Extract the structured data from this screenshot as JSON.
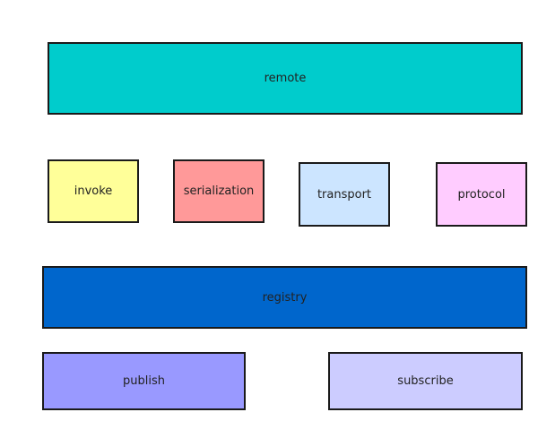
{
  "boxes": {
    "remote": {
      "label": "remote",
      "color": "#00cccc"
    },
    "invoke": {
      "label": "invoke",
      "color": "#ffff99"
    },
    "serialization": {
      "label": "serialization",
      "color": "#ff9999"
    },
    "transport": {
      "label": "transport",
      "color": "#cce5ff"
    },
    "protocol": {
      "label": "protocol",
      "color": "#ffccff"
    },
    "registry": {
      "label": "registry",
      "color": "#0066cc"
    },
    "publish": {
      "label": "publish",
      "color": "#9999ff"
    },
    "subscribe": {
      "label": "subscribe",
      "color": "#ccccff"
    }
  }
}
